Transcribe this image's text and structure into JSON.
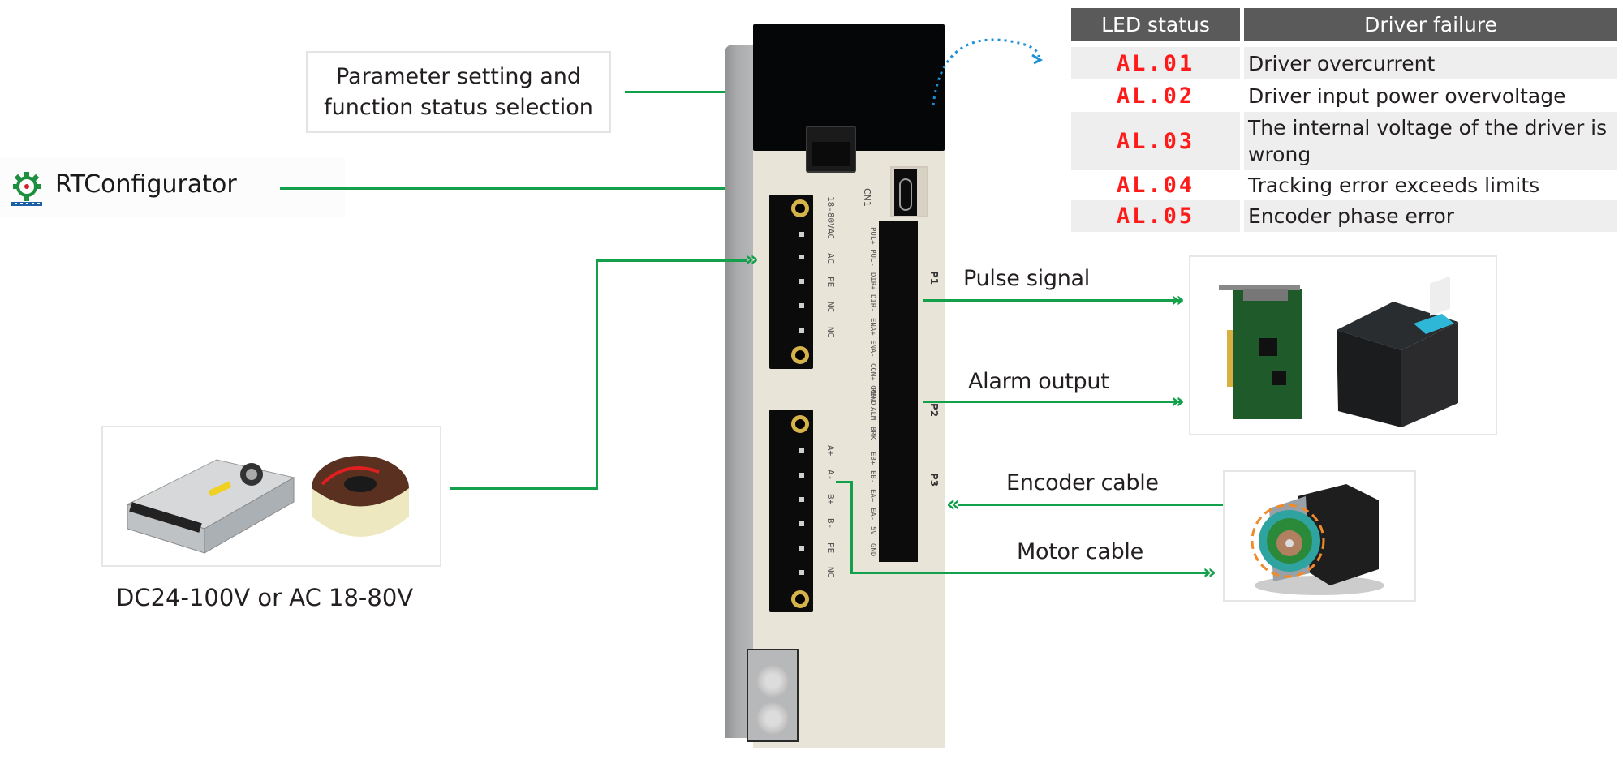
{
  "labels": {
    "parameter_box_line1": "Parameter setting and",
    "parameter_box_line2": "function status selection",
    "configurator": "RTConfigurator",
    "pulse": "Pulse signal",
    "alarm": "Alarm output",
    "encoder": "Encoder cable",
    "motor": "Motor cable",
    "power_caption": "DC24-100V or AC 18-80V"
  },
  "driver": {
    "usb_port_label": "CN1",
    "port_labels": [
      "P1",
      "P2",
      "P3"
    ],
    "power_terminal_pins": [
      "18-80VAC",
      "AC",
      "PE",
      "NC",
      "NC"
    ],
    "motor_terminal_pins": [
      "A+",
      "A-",
      "B+",
      "B-",
      "PE",
      "NC"
    ],
    "p1_pins": [
      "PUL+ PUL-",
      "DIR+ DIR-",
      "ENA+ ENA-",
      "COM+ COM-"
    ],
    "p2_pins": [
      "PEND",
      "ALM",
      "BRK"
    ],
    "p3_pins": [
      "EB+",
      "EB-",
      "EA+",
      "EA-",
      "5V",
      "GND"
    ]
  },
  "fault_table": {
    "headers": [
      "LED status",
      "Driver failure"
    ],
    "rows": [
      {
        "code": "AL.01",
        "description": "Driver overcurrent"
      },
      {
        "code": "AL.02",
        "description": "Driver input power overvoltage"
      },
      {
        "code": "AL.03",
        "description": "The internal voltage of the driver is wrong"
      },
      {
        "code": "AL.04",
        "description": "Tracking error exceeds limits"
      },
      {
        "code": "AL.05",
        "description": "Encoder phase error"
      }
    ]
  },
  "devices": {
    "power": [
      "switching-power-supply",
      "toroidal-transformer"
    ],
    "controllers": [
      "motion-control-card",
      "plc"
    ],
    "motor": "servo-motor-with-encoder"
  },
  "colors": {
    "connector_line": "#12a04a",
    "led_code": "#ff1a1a",
    "table_header": "#5a5a5a",
    "table_row_alt": "#eeeeee",
    "callout_dots": "#1e90d6"
  }
}
